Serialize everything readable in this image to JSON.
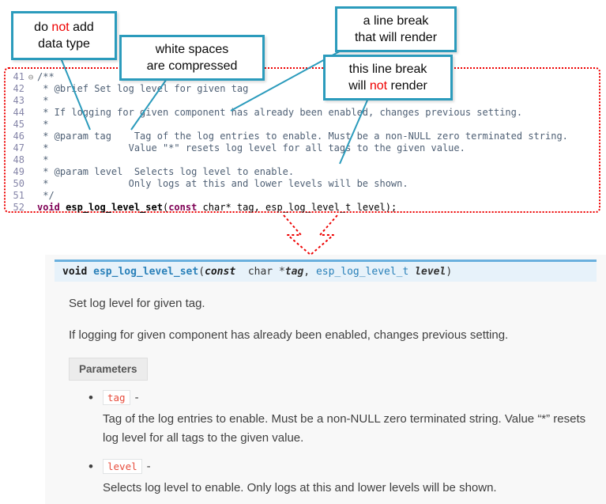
{
  "colors": {
    "accent": "#2b9bbc",
    "red": "#ee0000",
    "link": "#2980b9",
    "kw": "#7f0055",
    "comment": "#4f6075",
    "chip": "#e74c3c",
    "sig_bg": "#e7f2fa",
    "sig_border": "#6ab0de"
  },
  "callouts": {
    "no_datatype": {
      "lines": [
        [
          {
            "t": "do "
          },
          {
            "t": "not",
            "c": "red"
          },
          {
            "t": " add"
          }
        ],
        [
          {
            "t": "data type"
          }
        ]
      ]
    },
    "whitespace": {
      "lines": [
        [
          {
            "t": "white spaces"
          }
        ],
        [
          {
            "t": "are compressed"
          }
        ]
      ]
    },
    "line_break_render": {
      "lines": [
        [
          {
            "t": "a line break"
          }
        ],
        [
          {
            "t": "that will render"
          }
        ]
      ]
    },
    "line_break_norender": {
      "lines": [
        [
          {
            "t": "this line break"
          }
        ],
        [
          {
            "t": "will "
          },
          {
            "t": "not",
            "c": "red"
          },
          {
            "t": " render"
          }
        ]
      ]
    }
  },
  "code": {
    "lines": [
      {
        "num": "41",
        "fold": "⊖",
        "segments": [
          {
            "t": "/**",
            "c": "cmt"
          }
        ]
      },
      {
        "num": "42",
        "segments": [
          {
            "t": " * @brief Set log level for given tag",
            "c": "cmt"
          }
        ]
      },
      {
        "num": "43",
        "segments": [
          {
            "t": " *",
            "c": "cmt"
          }
        ]
      },
      {
        "num": "44",
        "segments": [
          {
            "t": " * If logging for given component has already been enabled, changes previous setting.",
            "c": "cmt"
          }
        ]
      },
      {
        "num": "45",
        "segments": [
          {
            "t": " *",
            "c": "cmt"
          }
        ]
      },
      {
        "num": "46",
        "segments": [
          {
            "t": " * @param tag    Tag of the log entries to enable. Must be a non-NULL zero terminated string.",
            "c": "cmt"
          }
        ]
      },
      {
        "num": "47",
        "segments": [
          {
            "t": " *              Value \"*\" resets log level for all tags to the given value.",
            "c": "cmt"
          }
        ]
      },
      {
        "num": "48",
        "segments": [
          {
            "t": " *",
            "c": "cmt"
          }
        ]
      },
      {
        "num": "49",
        "segments": [
          {
            "t": " * @param level  Selects log level to enable.",
            "c": "cmt"
          }
        ]
      },
      {
        "num": "50",
        "segments": [
          {
            "t": " *              Only logs at this and lower levels will be shown.",
            "c": "cmt"
          }
        ]
      },
      {
        "num": "51",
        "segments": [
          {
            "t": " */",
            "c": "cmt"
          }
        ]
      },
      {
        "num": "52",
        "segments": [
          {
            "t": "void",
            "c": "kw"
          },
          {
            "t": " ",
            "c": "pln"
          },
          {
            "t": "esp_log_level_set",
            "c": "fn"
          },
          {
            "t": "(",
            "c": "pln"
          },
          {
            "t": "const",
            "c": "kw"
          },
          {
            "t": " char* tag, esp_log_level_t level);",
            "c": "pln"
          }
        ]
      }
    ]
  },
  "docs": {
    "signature": [
      {
        "t": "void ",
        "c": "s-kw"
      },
      {
        "t": "esp_log_level_set",
        "c": "s-name"
      },
      {
        "t": "(",
        "c": "s-pln"
      },
      {
        "t": "const",
        "c": "s-kwit"
      },
      {
        "t": "  char *",
        "c": "s-pln"
      },
      {
        "t": "tag",
        "c": "s-param"
      },
      {
        "t": ", ",
        "c": "s-pln"
      },
      {
        "t": "esp_log_level_t",
        "c": "s-type"
      },
      {
        "t": " ",
        "c": "s-pln"
      },
      {
        "t": "level",
        "c": "s-param"
      },
      {
        "t": ")",
        "c": "s-pln"
      }
    ],
    "brief": "Set log level for given tag.",
    "description": "If logging for given component has already been enabled, changes previous setting.",
    "parameters_label": "Parameters",
    "params": [
      {
        "name": "tag",
        "dash": "-",
        "desc": "Tag of the log entries to enable. Must be a non-NULL zero terminated string. Value “*” resets log level for all tags to the given value."
      },
      {
        "name": "level",
        "dash": "-",
        "desc": "Selects log level to enable. Only logs at this and lower levels will be shown."
      }
    ]
  }
}
